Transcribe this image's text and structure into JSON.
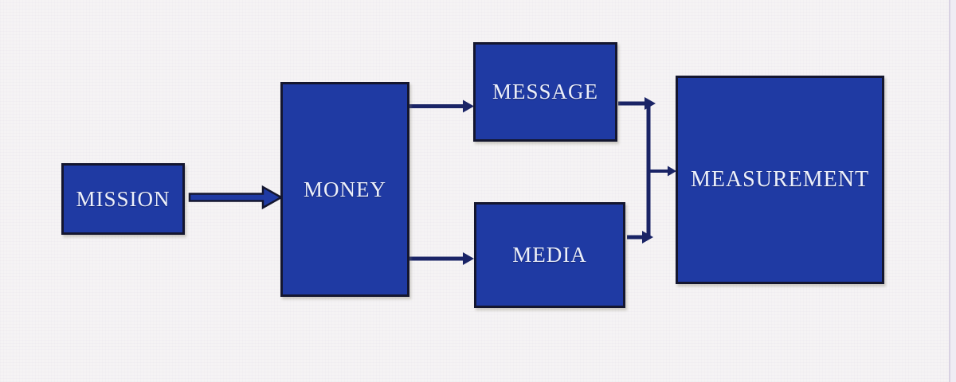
{
  "diagram": {
    "type": "flowchart",
    "nodes": [
      {
        "id": "mission",
        "label": "MISSION"
      },
      {
        "id": "money",
        "label": "MONEY"
      },
      {
        "id": "message",
        "label": "MESSAGE"
      },
      {
        "id": "media",
        "label": "MEDIA"
      },
      {
        "id": "measurement",
        "label": "MEASUREMENT"
      }
    ],
    "connections": [
      {
        "from": "MISSION",
        "to": "MONEY"
      },
      {
        "from": "MONEY",
        "to": "MESSAGE"
      },
      {
        "from": "MONEY",
        "to": "MEDIA"
      },
      {
        "from": "MESSAGE",
        "to": "MEASUREMENT"
      },
      {
        "from": "MEDIA",
        "to": "MEASUREMENT"
      }
    ],
    "colors": {
      "background": "#f5f3f4",
      "node_fill": "#1f3aa3",
      "node_border": "#14162f",
      "arrow": "#1a2466",
      "label_text": "#edf0fa"
    }
  }
}
